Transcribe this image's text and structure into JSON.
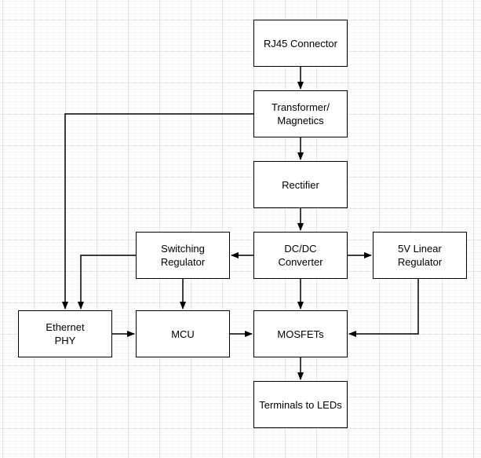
{
  "diagram": {
    "type": "block-diagram",
    "colors": {
      "node_fill": "#ffffff",
      "node_stroke": "#000000",
      "edge_stroke": "#000000",
      "text": "#000000",
      "grid_minor": "#f6f3f3",
      "grid_major": "#e4e4e4",
      "background": "#ffffff"
    },
    "nodes": {
      "rj45": {
        "label": "RJ45 Connector"
      },
      "transformer": {
        "label": "Transformer/\nMagnetics"
      },
      "rectifier": {
        "label": "Rectifier"
      },
      "dcdc": {
        "label": "DC/DC\nConverter"
      },
      "switching": {
        "label": "Switching\nRegulator"
      },
      "linear5v": {
        "label": "5V Linear\nRegulator"
      },
      "phy": {
        "label": "Ethernet\nPHY"
      },
      "mcu": {
        "label": "MCU"
      },
      "mosfets": {
        "label": "MOSFETs"
      },
      "terminals": {
        "label": "Terminals to LEDs"
      }
    },
    "edges": [
      {
        "from": "rj45",
        "to": "transformer"
      },
      {
        "from": "transformer",
        "to": "rectifier"
      },
      {
        "from": "rectifier",
        "to": "dcdc"
      },
      {
        "from": "dcdc",
        "to": "switching"
      },
      {
        "from": "dcdc",
        "to": "linear5v"
      },
      {
        "from": "dcdc",
        "to": "mosfets"
      },
      {
        "from": "switching",
        "to": "mcu"
      },
      {
        "from": "switching",
        "to": "phy"
      },
      {
        "from": "transformer",
        "to": "phy"
      },
      {
        "from": "phy",
        "to": "mcu"
      },
      {
        "from": "mcu",
        "to": "mosfets"
      },
      {
        "from": "linear5v",
        "to": "mosfets"
      },
      {
        "from": "mosfets",
        "to": "terminals"
      }
    ]
  }
}
